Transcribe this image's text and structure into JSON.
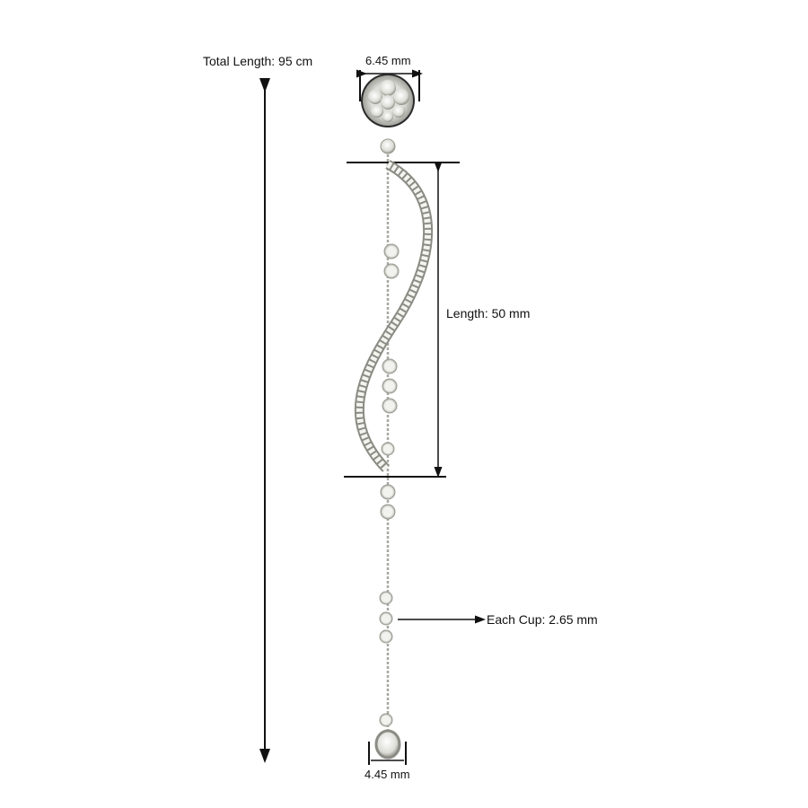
{
  "diagram": {
    "subject": "Diamond drop earring with wavy pavé bar and bezel-set stations",
    "colors": {
      "background": "#ffffff",
      "dimension_lines": "#111111",
      "metal": "#c9c9c4",
      "stone": "#f4f4f0"
    },
    "labels": {
      "total_length": "Total Length: 95 cm",
      "top_width": "6.45 mm",
      "length": "Length: 50 mm",
      "each_cup": "Each Cup: 2.65 mm",
      "bottom_width": "4.45 mm"
    }
  }
}
